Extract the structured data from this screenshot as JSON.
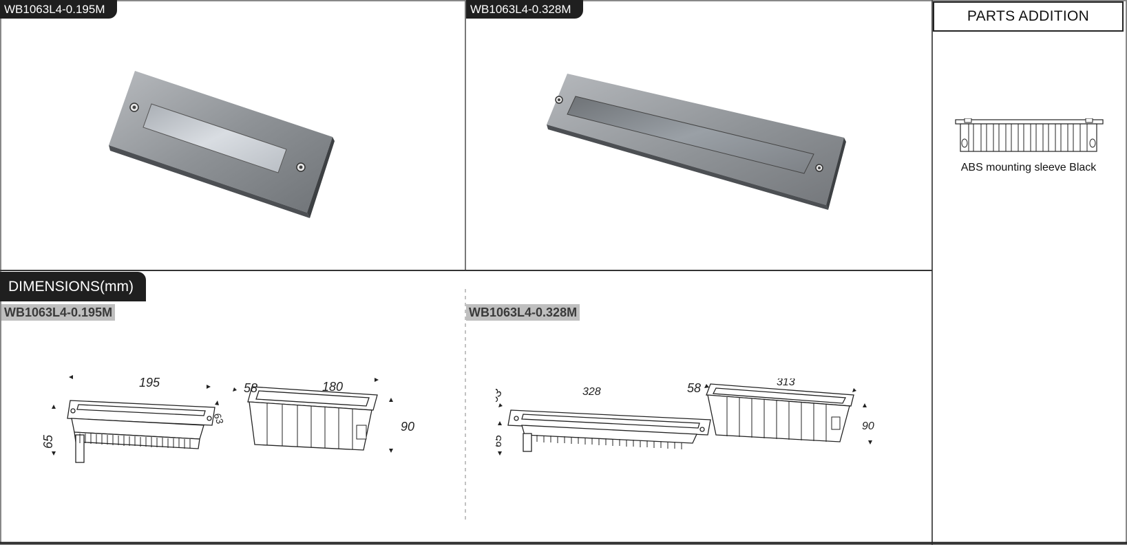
{
  "products": [
    {
      "model": "WB1063L4-0.195M"
    },
    {
      "model": "WB1063L4-0.328M"
    }
  ],
  "parts_addition": {
    "title": "PARTS ADDITION",
    "items": [
      {
        "caption": "ABS mounting sleeve Black"
      }
    ]
  },
  "dimensions": {
    "title": "DIMENSIONS(mm)",
    "variants": [
      {
        "model": "WB1063L4-0.195M",
        "length": "195",
        "width": "63",
        "height": "65",
        "sleeve_length": "180",
        "sleeve_width": "58",
        "sleeve_height": "90"
      },
      {
        "model": "WB1063L4-0.328M",
        "length": "328",
        "width": "63",
        "height": "65",
        "sleeve_length": "313",
        "sleeve_width": "58",
        "sleeve_height": "90"
      }
    ]
  },
  "colors": {
    "tag_bg": "#1f1f1f",
    "model_tag_bg": "#bfbfbf",
    "steel": "#9a9ea3",
    "glass": "#c7cbd0"
  }
}
